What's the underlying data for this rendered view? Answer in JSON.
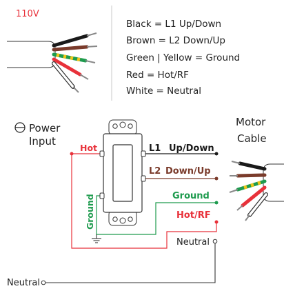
{
  "legend": {
    "voltage": "110V",
    "items": [
      "Black = L1 Up/Down",
      "Brown = L2 Down/Up",
      "Green | Yellow = Ground",
      "Red = Hot/RF",
      "White = Neutral"
    ]
  },
  "diagram": {
    "power_input": [
      "Power",
      "Input"
    ],
    "motor_cable": [
      "Motor",
      "Cable"
    ],
    "hot": "Hot",
    "ground_vertical": "Ground",
    "l1": "L1",
    "up_down": "Up/Down",
    "l2": "L2",
    "down_up": "Down/Up",
    "ground": "Ground",
    "hot_rf": "Hot/RF",
    "neutral_right": "Neutral",
    "neutral_bottom": "Neutral"
  },
  "colors": {
    "red": "#e8313a",
    "brown": "#7a3b2b",
    "green": "#1e9b4e",
    "yellow": "#f0c419",
    "black": "#1a1a1a",
    "gray": "#9a9a9a",
    "text": "#222222"
  }
}
